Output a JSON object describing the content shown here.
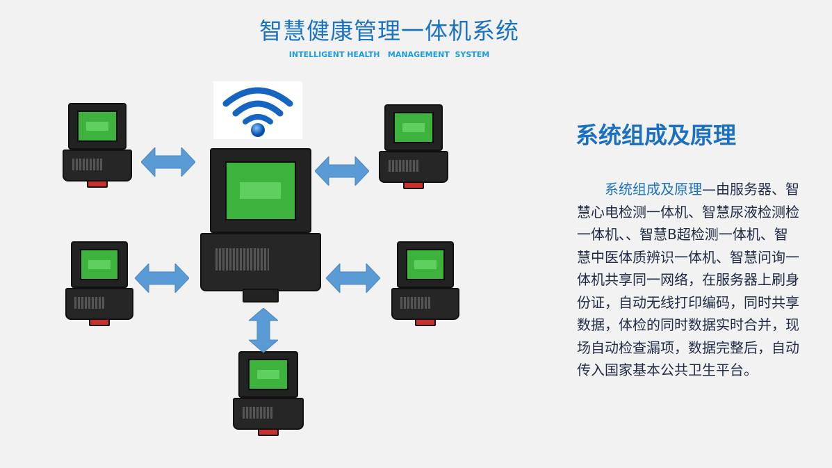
{
  "header": {
    "title": "智慧健康管理一体机系统",
    "subtitle": "INTELLIGENT HEALTH   MANAGEMENT  SYSTEM"
  },
  "diagram": {
    "center_node": "server-device",
    "wifi_icon": "wifi-icon",
    "nodes": [
      "device-top-left",
      "device-top-right",
      "device-mid-left",
      "device-mid-right",
      "device-bottom"
    ],
    "arrow_color": "#5b9bd5",
    "screen_color": "#3db33d"
  },
  "section": {
    "heading": "系统组成及原理",
    "lead": "系统组成及原理",
    "lines": [
      "—由服务器、智",
      "慧心电检测一体机、智慧尿液检测检",
      "一体机、、智慧B超检测一体机、智",
      "慧中医体质辨识一体机、智慧问询一",
      "体机共享同一网络，在服务器上刷身",
      "份证，自动无线打印编码，同时共享",
      "数据，体检的同时数据实时合并，现",
      "场自动检查漏项，数据完整后，自动",
      "传入国家基本公共卫生平台。"
    ]
  }
}
